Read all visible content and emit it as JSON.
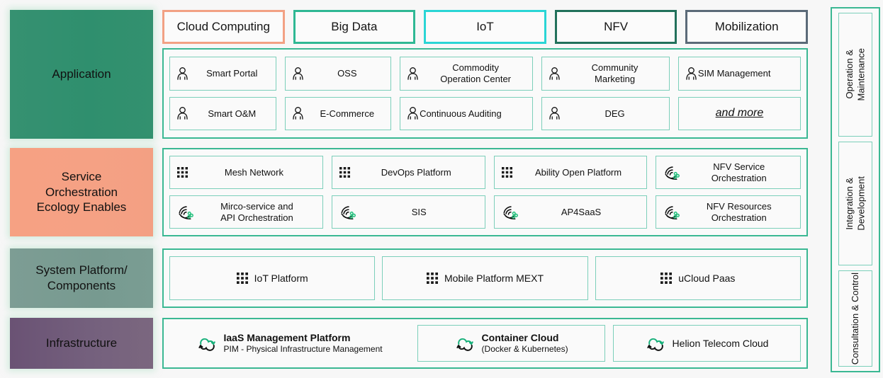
{
  "categories": [
    {
      "label": "Cloud Computing",
      "color": "#f2a184",
      "name": "chip-cloud-computing"
    },
    {
      "label": "Big Data",
      "color": "#2fb894",
      "name": "chip-big-data"
    },
    {
      "label": "IoT",
      "color": "#2ad5d5",
      "name": "chip-iot"
    },
    {
      "label": "NFV",
      "color": "#22715b",
      "name": "chip-nfv"
    },
    {
      "label": "Mobilization",
      "color": "#5b6a78",
      "name": "chip-mobilization"
    }
  ],
  "layers": {
    "application": {
      "label": "Application",
      "color": "#2f8f6e"
    },
    "orchestration": {
      "label": "Service\nOrchestration\nEcology Enables",
      "color": "#f5a184"
    },
    "system": {
      "label": "System Platform/\nComponents",
      "color": "#7a9d93"
    },
    "infrastructure": {
      "label": "Infrastructure",
      "color": "#74607d"
    }
  },
  "application_items": [
    {
      "label": "Smart Portal",
      "icon": "person-icon"
    },
    {
      "label": "OSS",
      "icon": "person-icon"
    },
    {
      "label": "Commodity\nOperation Center",
      "icon": "person-icon"
    },
    {
      "label": "Community\nMarketing",
      "icon": "person-icon"
    },
    {
      "label": "SIM Management",
      "icon": "person-icon"
    },
    {
      "label": "Smart O&M",
      "icon": "person-icon"
    },
    {
      "label": "E-Commerce",
      "icon": "person-icon"
    },
    {
      "label": "Continuous Auditing",
      "icon": "person-icon"
    },
    {
      "label": "DEG",
      "icon": "person-icon"
    },
    {
      "label": "and more",
      "icon": "none"
    }
  ],
  "orchestration_items": [
    {
      "label": "Mesh Network",
      "icon": "grid-dots-icon"
    },
    {
      "label": "DevOps Platform",
      "icon": "grid-dots-icon"
    },
    {
      "label": "Ability Open Platform",
      "icon": "grid-dots-icon"
    },
    {
      "label": "NFV Service\nOrchestration",
      "icon": "orchestration-icon"
    },
    {
      "label": "Mirco-service and\nAPI Orchestration",
      "icon": "orchestration-icon"
    },
    {
      "label": "SIS",
      "icon": "orchestration-icon"
    },
    {
      "label": "AP4SaaS",
      "icon": "orchestration-icon"
    },
    {
      "label": "NFV Resources\nOrchestration",
      "icon": "orchestration-icon"
    }
  ],
  "system_items": [
    {
      "label": "IoT Platform",
      "icon": "grid-dots-icon"
    },
    {
      "label": "Mobile Platform MEXT",
      "icon": "grid-dots-icon"
    },
    {
      "label": "uCloud Paas",
      "icon": "grid-dots-icon"
    }
  ],
  "infrastructure_items": [
    {
      "title": "IaaS Management Platform",
      "subtitle": "PIM - Physical Infrastructure Management",
      "icon": "cloud-refresh-icon",
      "bordered": false
    },
    {
      "title": "Container Cloud",
      "subtitle": "(Docker & Kubernetes)",
      "icon": "cloud-refresh-icon",
      "bordered": true
    },
    {
      "title": "Helion Telecom Cloud",
      "subtitle": "",
      "icon": "cloud-refresh-icon",
      "bordered": true
    }
  ],
  "rail": [
    {
      "label": "Operation &\nMaintenance",
      "name": "rail-operation-maintenance"
    },
    {
      "label": "Integration &\nDevelopment",
      "name": "rail-integration-development"
    },
    {
      "label": "Consultation & Control",
      "name": "rail-consultation-control"
    }
  ],
  "accent": {
    "teal": "#3bb893",
    "teal_light": "#7ccfba",
    "green_dot": "#1fbf7a"
  }
}
